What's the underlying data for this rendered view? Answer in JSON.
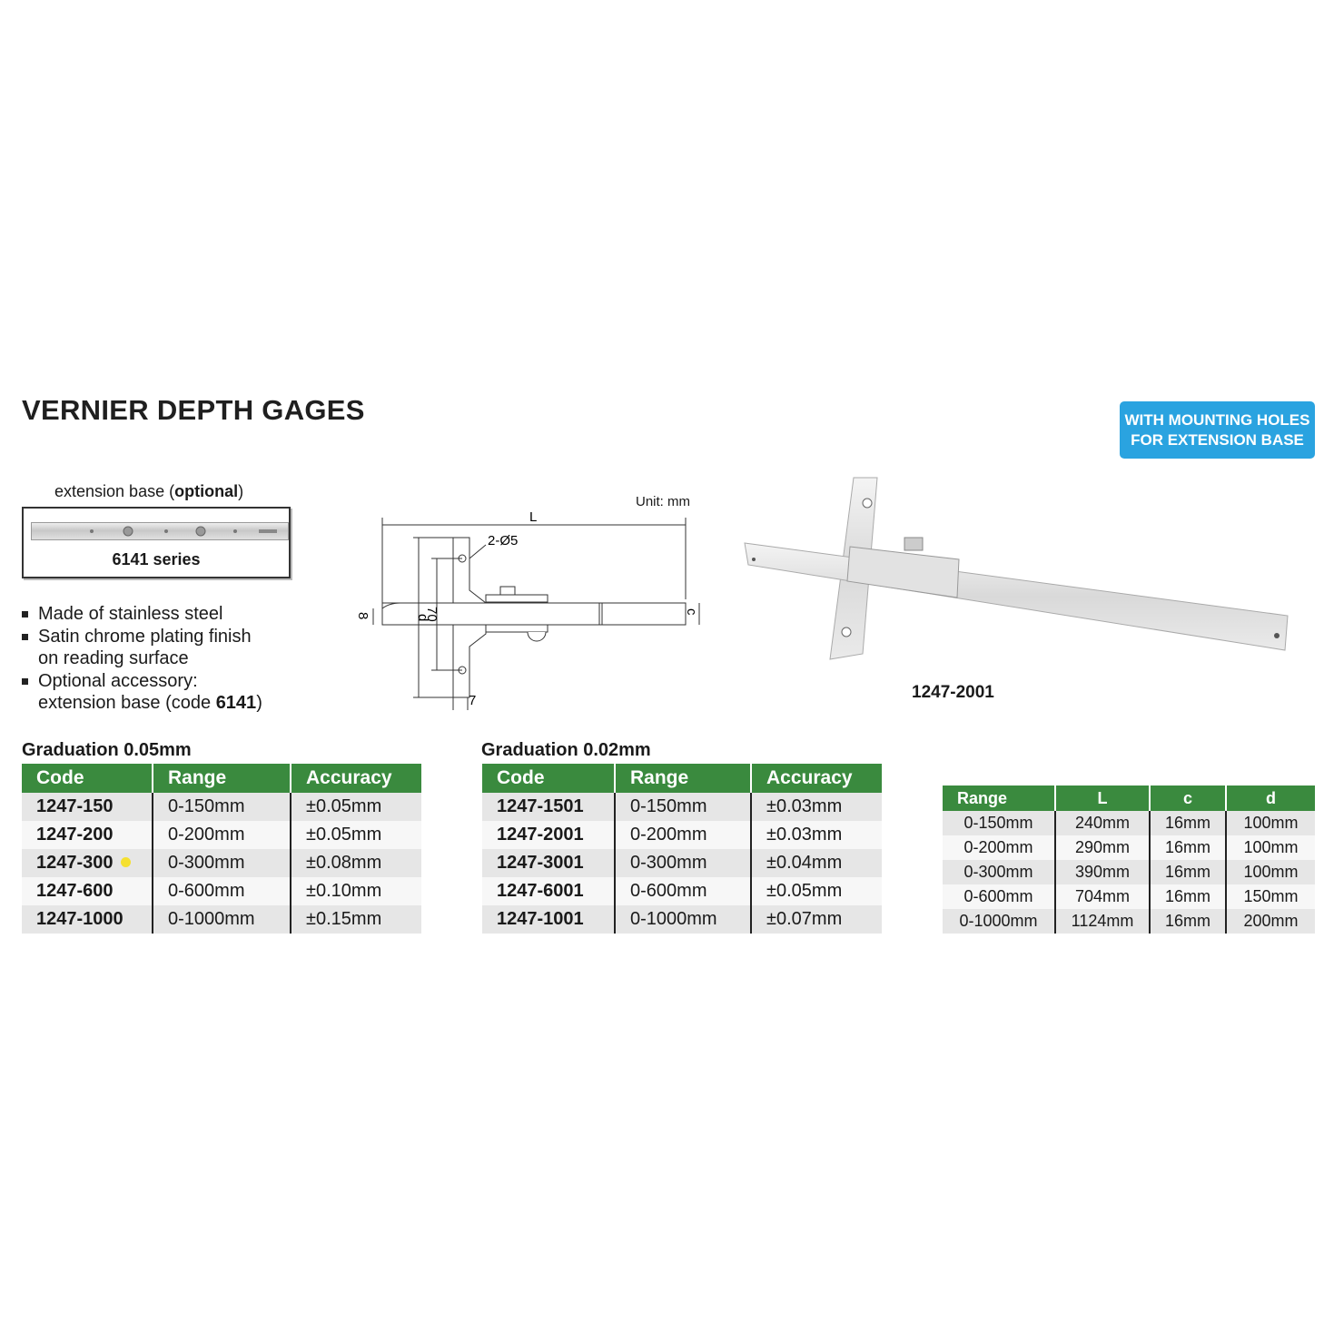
{
  "title": "VERNIER DEPTH GAGES",
  "badge": {
    "line1": "WITH MOUNTING HOLES",
    "line2": "FOR EXTENSION BASE"
  },
  "extension": {
    "caption_prefix": "extension base (",
    "caption_bold": "optional",
    "caption_suffix": ")",
    "series": "6141 series"
  },
  "features": [
    {
      "text": "Made of stainless steel"
    },
    {
      "text": "Satin chrome plating finish"
    },
    {
      "text": "on reading surface",
      "continuation": true
    },
    {
      "text": "Optional accessory:"
    },
    {
      "text": "extension base (code ",
      "bold": "6141",
      "suffix": ")",
      "continuation": true
    }
  ],
  "diagram": {
    "unit": "Unit: mm",
    "L": "L",
    "holes": "2-Ø5",
    "d": "d",
    "h70": "70",
    "h8": "8",
    "c": "c",
    "w7": "7"
  },
  "product_caption": "1247-2001",
  "table1": {
    "heading": "Graduation 0.05mm",
    "columns": [
      "Code",
      "Range",
      "Accuracy"
    ],
    "rows": [
      {
        "code": "1247-150",
        "range": "0-150mm",
        "accuracy": "±0.05mm"
      },
      {
        "code": "1247-200",
        "range": "0-200mm",
        "accuracy": "±0.05mm"
      },
      {
        "code": "1247-300",
        "range": "0-300mm",
        "accuracy": "±0.08mm",
        "marker": "yellow-dot"
      },
      {
        "code": "1247-600",
        "range": "0-600mm",
        "accuracy": "±0.10mm"
      },
      {
        "code": "1247-1000",
        "range": "0-1000mm",
        "accuracy": "±0.15mm"
      }
    ]
  },
  "table2": {
    "heading": "Graduation 0.02mm",
    "columns": [
      "Code",
      "Range",
      "Accuracy"
    ],
    "rows": [
      {
        "code": "1247-1501",
        "range": "0-150mm",
        "accuracy": "±0.03mm"
      },
      {
        "code": "1247-2001",
        "range": "0-200mm",
        "accuracy": "±0.03mm"
      },
      {
        "code": "1247-3001",
        "range": "0-300mm",
        "accuracy": "±0.04mm"
      },
      {
        "code": "1247-6001",
        "range": "0-600mm",
        "accuracy": "±0.05mm"
      },
      {
        "code": "1247-1001",
        "range": "0-1000mm",
        "accuracy": "±0.07mm"
      }
    ]
  },
  "table3": {
    "columns": [
      "Range",
      "L",
      "c",
      "d"
    ],
    "rows": [
      [
        "0-150mm",
        "240mm",
        "16mm",
        "100mm"
      ],
      [
        "0-200mm",
        "290mm",
        "16mm",
        "100mm"
      ],
      [
        "0-300mm",
        "390mm",
        "16mm",
        "100mm"
      ],
      [
        "0-600mm",
        "704mm",
        "16mm",
        "150mm"
      ],
      [
        "0-1000mm",
        "1124mm",
        "16mm",
        "200mm"
      ]
    ]
  },
  "colors": {
    "header_green": "#3a8a3e",
    "badge_blue": "#2aa3e0",
    "marker_yellow": "#f5e030"
  }
}
